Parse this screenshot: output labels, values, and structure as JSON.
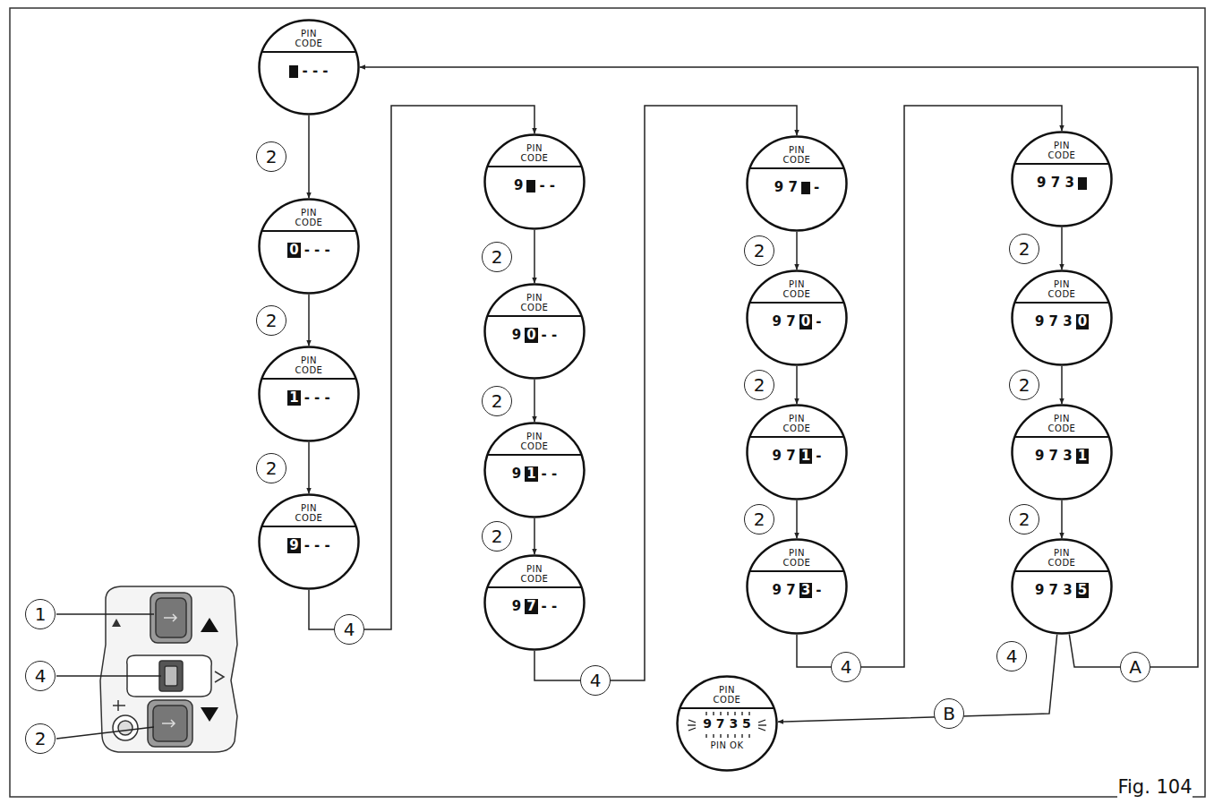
{
  "diagram": {
    "nodes": [
      {
        "text": [
          "PIN CODE",
          "- - -"
        ]
      },
      {
        "text": [
          "PIN CODE",
          "0",
          "- - -"
        ]
      },
      {
        "text": [
          "PIN CODE",
          "1",
          "- - -"
        ]
      },
      {
        "text": [
          "PIN CODE",
          "9",
          "- - -"
        ]
      },
      {
        "text": [
          "PIN CODE",
          "9",
          "- -"
        ]
      },
      {
        "text": [
          "PIN CODE",
          "9",
          "0",
          "- -"
        ]
      },
      {
        "text": [
          "PIN CODE",
          "9",
          "1",
          "- -"
        ]
      },
      {
        "text": [
          "PIN CODE",
          "9",
          "7",
          "- -"
        ]
      },
      {
        "text": [
          "PIN CODE",
          "9 7",
          "-"
        ]
      },
      {
        "text": [
          "PIN CODE",
          "9 7",
          "0",
          "-"
        ]
      },
      {
        "text": [
          "PIN CODE",
          "9 7",
          "1",
          "-"
        ]
      },
      {
        "text": [
          "PIN CODE",
          "9 7",
          "3",
          "-"
        ]
      },
      {
        "text": [
          "PIN CODE",
          "9 7 3"
        ]
      },
      {
        "text": [
          "PIN CODE",
          "9 7 3",
          "0"
        ]
      },
      {
        "text": [
          "PIN CODE",
          "9 7 3",
          "1"
        ]
      },
      {
        "text": [
          "PIN CODE",
          "9 7 3",
          "5"
        ]
      },
      {
        "text": [
          "PIN CODE",
          "9 7 3 5",
          "PIN OK"
        ]
      }
    ],
    "edges": [
      {
        "from": 0,
        "to": 1,
        "label": "2",
        "arrow": "to"
      },
      {
        "from": 1,
        "to": 2,
        "label": "2",
        "arrow": "to"
      },
      {
        "from": 2,
        "to": 3,
        "label": "2",
        "arrow": "to"
      },
      {
        "from": 3,
        "to": 4,
        "label": "4",
        "arrow": "to"
      },
      {
        "from": 4,
        "to": 5,
        "label": "2",
        "arrow": "to"
      },
      {
        "from": 5,
        "to": 6,
        "label": "2",
        "arrow": "to"
      },
      {
        "from": 6,
        "to": 7,
        "label": "2",
        "arrow": "to"
      },
      {
        "from": 7,
        "to": 8,
        "label": "4",
        "arrow": "to"
      },
      {
        "from": 8,
        "to": 9,
        "label": "2",
        "arrow": "to"
      },
      {
        "from": 9,
        "to": 10,
        "label": "2",
        "arrow": "to"
      },
      {
        "from": 10,
        "to": 11,
        "label": "2",
        "arrow": "to"
      },
      {
        "from": 11,
        "to": 12,
        "label": "4",
        "arrow": "to"
      },
      {
        "from": 12,
        "to": 13,
        "label": "2",
        "arrow": "to"
      },
      {
        "from": 13,
        "to": 14,
        "label": "2",
        "arrow": "to"
      },
      {
        "from": 14,
        "to": 15,
        "label": "2",
        "arrow": "to"
      },
      {
        "from": 15,
        "to": 16,
        "label": "B",
        "arrow": "to"
      },
      {
        "from": 15,
        "to": 0,
        "label": "A",
        "arrow": "to"
      }
    ],
    "labels": [
      "1",
      "4",
      "2",
      "4",
      "Fig. 104"
    ]
  }
}
